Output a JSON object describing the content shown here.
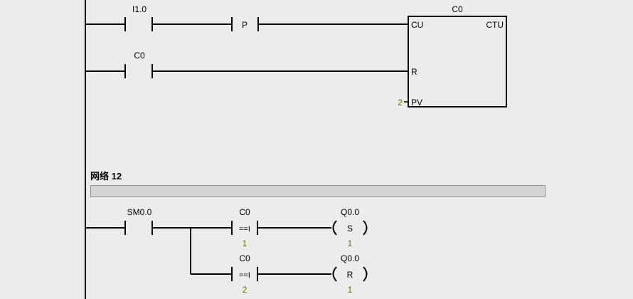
{
  "network11": {
    "contact_i10": {
      "address": "I1.0"
    },
    "contact_p": {
      "label": "P"
    },
    "contact_c0": {
      "address": "C0"
    },
    "counter": {
      "address": "C0",
      "type": "CTU",
      "pin_cu": "CU",
      "pin_r": "R",
      "pin_pv": "PV",
      "pv_value": "2"
    }
  },
  "network12": {
    "title": "网络 12",
    "contact_sm00": {
      "address": "SM0.0"
    },
    "compare1": {
      "address": "C0",
      "operator": "==I",
      "value": "1"
    },
    "compare2": {
      "address": "C0",
      "operator": "==I",
      "value": "2"
    },
    "coil_set": {
      "address": "Q0.0",
      "op": "S",
      "value": "1"
    },
    "coil_reset": {
      "address": "Q0.0",
      "op": "R",
      "value": "1"
    }
  },
  "colors": {
    "wire": "#000000",
    "value_text": "#6b6b00",
    "background": "#ececec"
  }
}
